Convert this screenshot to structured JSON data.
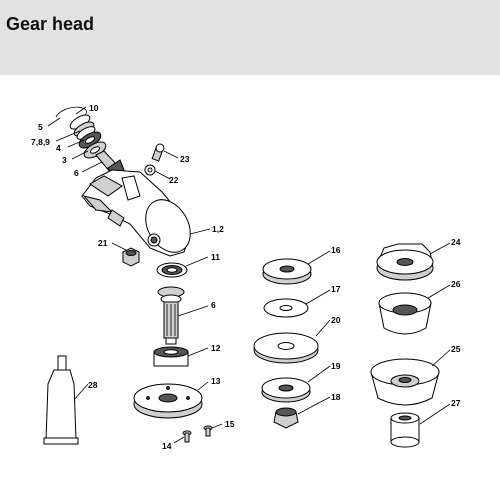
{
  "header": {
    "title": "Gear head"
  },
  "callouts": {
    "c1_2": "1,2",
    "c3": "3",
    "c4": "4",
    "c5": "5",
    "c6a": "6",
    "c6b": "6",
    "c7_8_9": "7,8,9",
    "c10": "10",
    "c11": "11",
    "c12": "12",
    "c13": "13",
    "c14": "14",
    "c15": "15",
    "c16": "16",
    "c17": "17",
    "c18": "18",
    "c19": "19",
    "c20": "20",
    "c21": "21",
    "c22": "22",
    "c23": "23",
    "c24": "24",
    "c25": "25",
    "c26": "26",
    "c27": "27",
    "c28": "28"
  }
}
